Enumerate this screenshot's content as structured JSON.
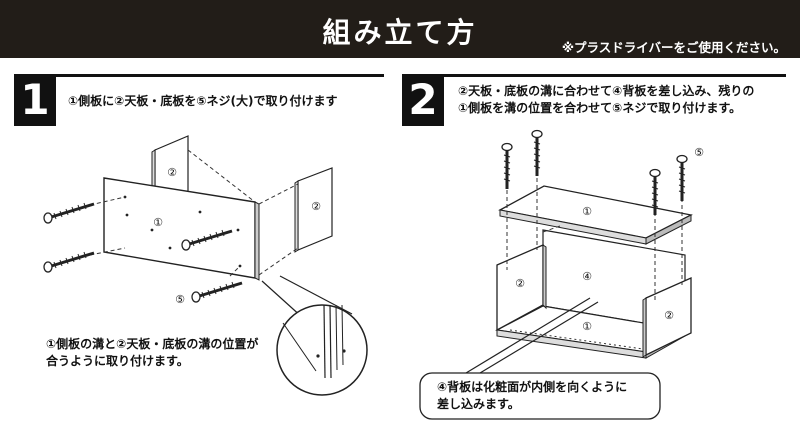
{
  "header": {
    "title": "組み立て方",
    "note": "※プラスドライバーをご使用ください。"
  },
  "step1": {
    "number": "1",
    "instruction": "①側板に②天板・底板を⑤ネジ(大)で取り付けます",
    "caption_line1": "①側板の溝と②天板・底板の溝の位置が",
    "caption_line2": "合うように取り付けます。",
    "labels": {
      "side_panel": "①",
      "top_panel": "②",
      "bottom_panel": "②",
      "screw": "⑤"
    }
  },
  "step2": {
    "number": "2",
    "instruction_line1": "②天板・底板の溝に合わせて④背板を差し込み、残りの",
    "instruction_line2": "①側板を溝の位置を合わせて⑤ネジで取り付けます。",
    "caption_line1": "④背板は化粧面が内側を向くように",
    "caption_line2": "差し込みます。",
    "labels": {
      "top_side": "①",
      "bottom_side": "①",
      "back_panel": "④",
      "left_panel": "②",
      "right_panel": "②",
      "screw": "⑤"
    }
  }
}
